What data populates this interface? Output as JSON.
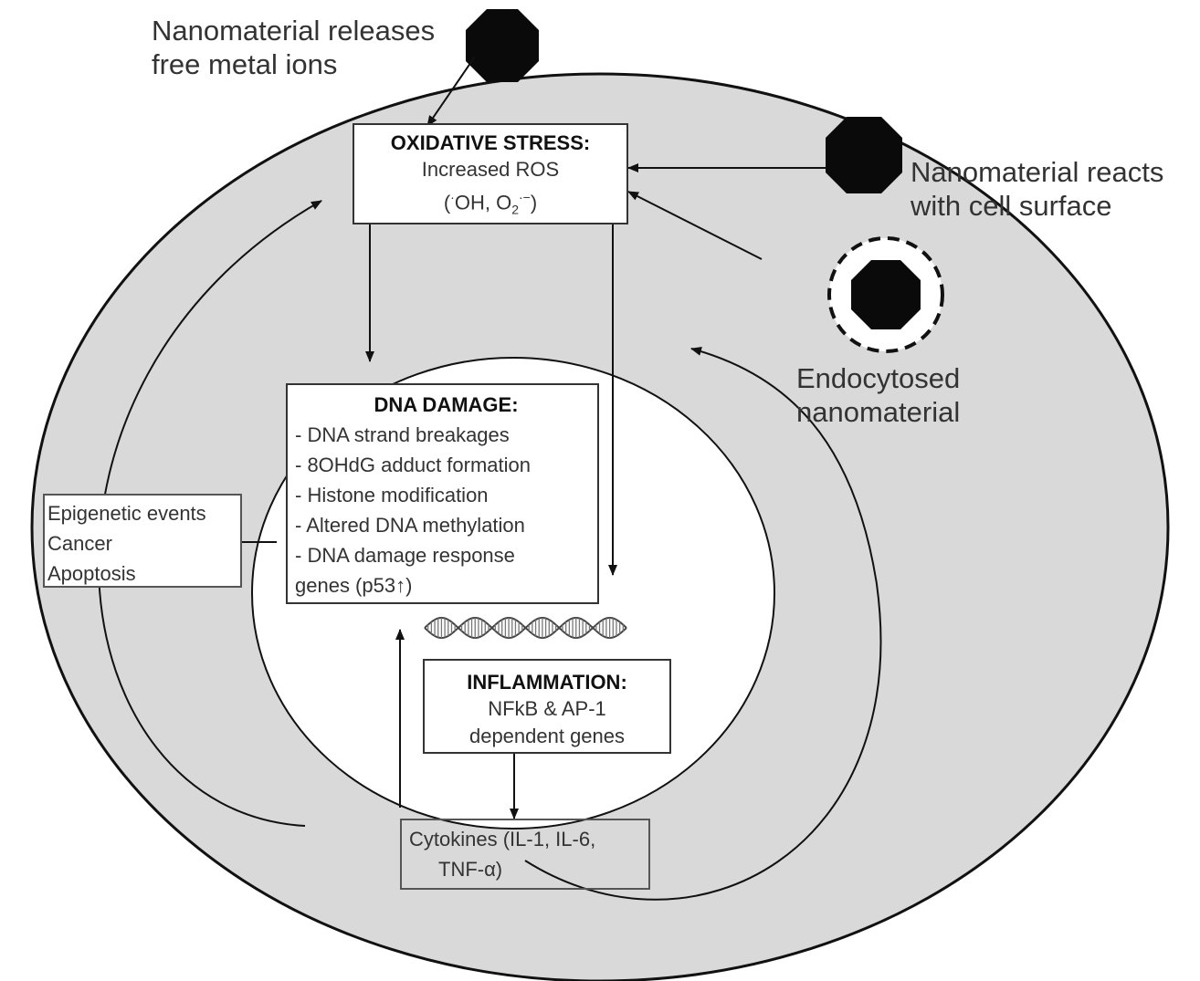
{
  "labels": {
    "release": [
      "Nanomaterial releases",
      "free metal ions"
    ],
    "reacts": [
      "Nanomaterial reacts",
      "with cell surface"
    ],
    "endocytosed": [
      "Endocytosed",
      "nanomaterial"
    ]
  },
  "oxidative": {
    "title": "OXIDATIVE STRESS:",
    "line1": "Increased ROS",
    "oh": "OH",
    "o2": "O",
    "o2_sub": "2",
    "o2_sup": "−"
  },
  "dna_damage": {
    "title": "DNA DAMAGE:",
    "items": [
      "- DNA strand breakages",
      "- 8OHdG adduct formation",
      "- Histone modification",
      "- Altered DNA methylation",
      "- DNA damage response",
      "genes (p53↑)"
    ]
  },
  "outcomes": {
    "items": [
      "Epigenetic events",
      "Cancer",
      "Apoptosis"
    ]
  },
  "inflammation": {
    "title": "INFLAMMATION:",
    "line1": "NFkB & AP-1",
    "line2": "dependent genes"
  },
  "cytokines": {
    "line1": "Cytokines (IL-1, IL-6,",
    "line2": "TNF-α)"
  },
  "colors": {
    "cytoplasm": "#d9d9d9",
    "nucleus": "#ffffff",
    "particle": "#0a0a0a",
    "stroke": "#222222"
  }
}
